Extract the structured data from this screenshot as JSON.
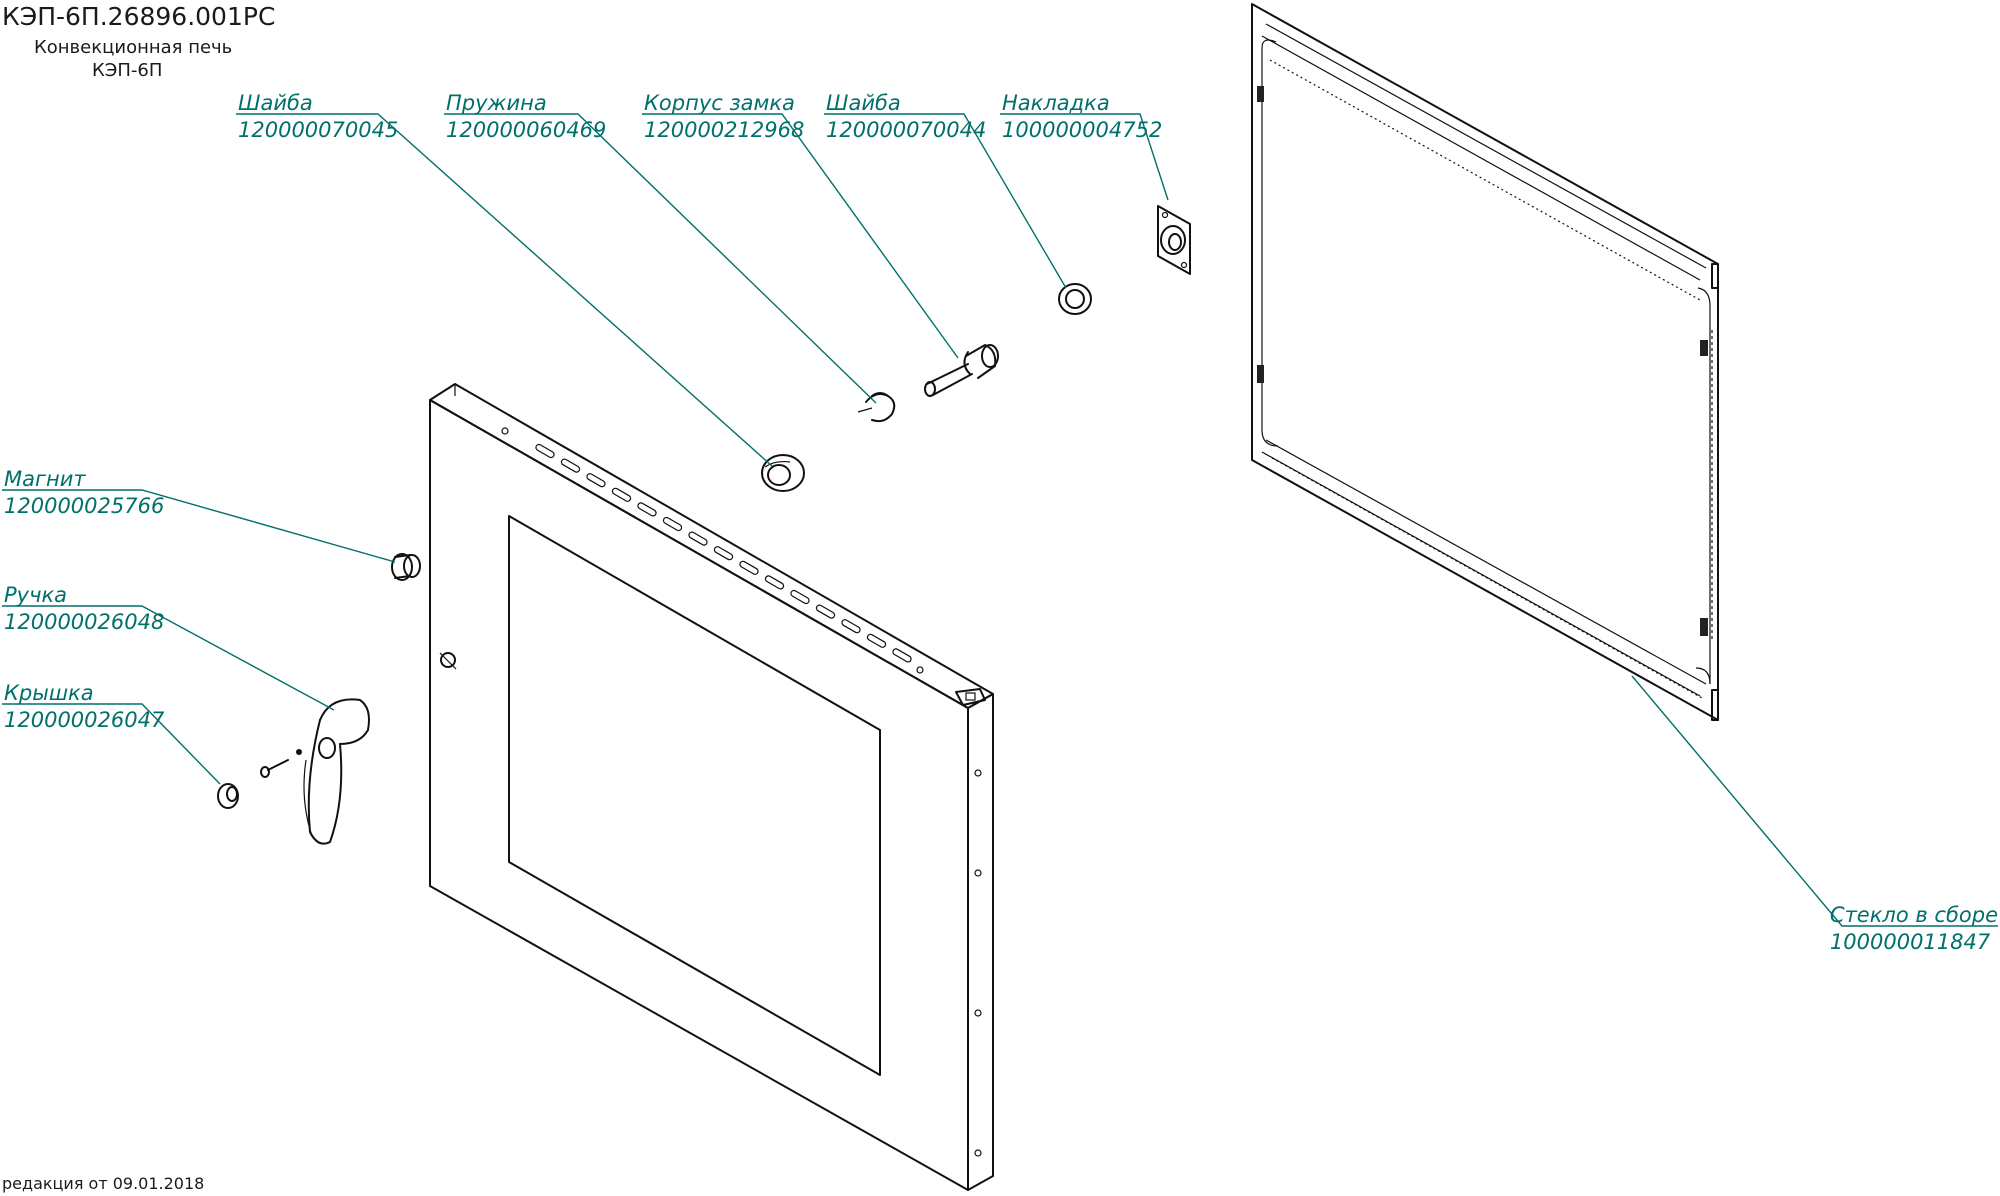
{
  "header": {
    "doc_code": "КЭП-6П.26896.001РС",
    "title_line1": "Конвекционная печь",
    "title_line2": "КЭП-6П"
  },
  "revision": "редакция от 09.01.2018",
  "colors": {
    "leader": "#00706b",
    "linework": "#111111",
    "background": "#ffffff"
  },
  "parts": [
    {
      "name": "Шайба",
      "code": "120000070045"
    },
    {
      "name": "Пружина",
      "code": "120000060469"
    },
    {
      "name": "Корпус замка",
      "code": "120000212968"
    },
    {
      "name": "Шайба",
      "code": "120000070044"
    },
    {
      "name": "Накладка",
      "code": "100000004752"
    },
    {
      "name": "Магнит",
      "code": "120000025766"
    },
    {
      "name": "Ручка",
      "code": "120000026048"
    },
    {
      "name": "Крышка",
      "code": "120000026047"
    },
    {
      "name": "Стекло в сборе",
      "code": "100000011847"
    }
  ]
}
